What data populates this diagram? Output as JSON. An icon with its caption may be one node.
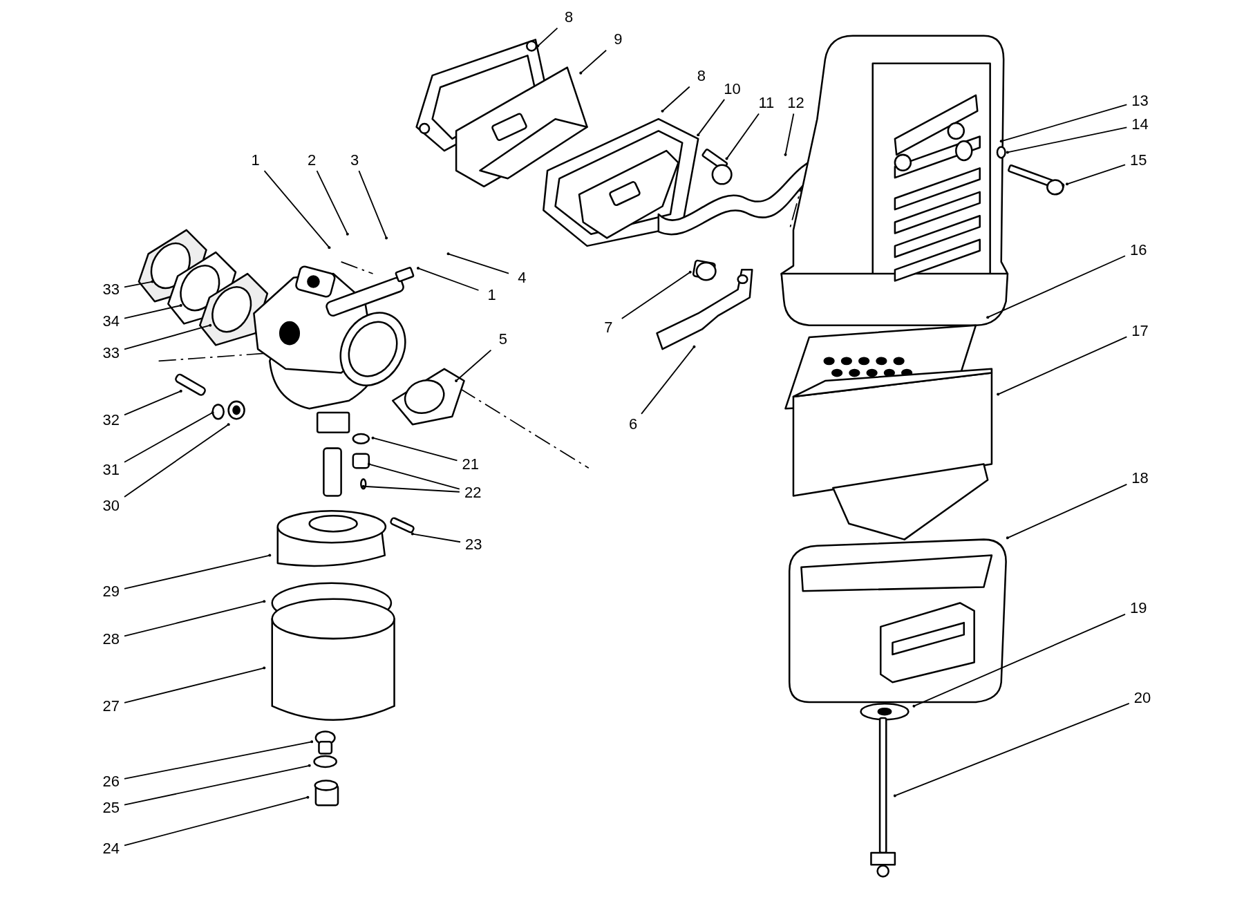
{
  "diagram": {
    "nodes": [
      {
        "text": [
          "8"
        ]
      },
      {
        "text": [
          "9"
        ]
      },
      {
        "text": [
          "8"
        ]
      },
      {
        "text": [
          "10"
        ]
      },
      {
        "text": [
          "11"
        ]
      },
      {
        "text": [
          "12"
        ]
      },
      {
        "text": [
          "13"
        ]
      },
      {
        "text": [
          "14"
        ]
      },
      {
        "text": [
          "15"
        ]
      },
      {
        "text": [
          "1"
        ]
      },
      {
        "text": [
          "2"
        ]
      },
      {
        "text": [
          "3"
        ]
      },
      {
        "text": [
          "4"
        ]
      },
      {
        "text": [
          "1"
        ]
      },
      {
        "text": [
          "33"
        ]
      },
      {
        "text": [
          "34"
        ]
      },
      {
        "text": [
          "16"
        ]
      },
      {
        "text": [
          "7"
        ]
      },
      {
        "text": [
          "33"
        ]
      },
      {
        "text": [
          "17"
        ]
      },
      {
        "text": [
          "5"
        ]
      },
      {
        "text": [
          "32"
        ]
      },
      {
        "text": [
          "6"
        ]
      },
      {
        "text": [
          "21"
        ]
      },
      {
        "text": [
          "31"
        ]
      },
      {
        "text": [
          "30"
        ]
      },
      {
        "text": [
          "22"
        ]
      },
      {
        "text": [
          "18"
        ]
      },
      {
        "text": [
          "23"
        ]
      },
      {
        "text": [
          "29"
        ]
      },
      {
        "text": [
          "19"
        ]
      },
      {
        "text": [
          "28"
        ]
      },
      {
        "text": [
          "27"
        ]
      },
      {
        "text": [
          "20"
        ]
      },
      {
        "text": [
          "26"
        ]
      },
      {
        "text": [
          "25"
        ]
      },
      {
        "text": [
          "24"
        ]
      }
    ],
    "edges": [
      {
        "from": 0,
        "to": null,
        "arrow": "other"
      },
      {
        "from": 1,
        "to": null,
        "arrow": "other"
      },
      {
        "from": 2,
        "to": null,
        "arrow": "other"
      },
      {
        "from": 3,
        "to": null,
        "arrow": "other"
      },
      {
        "from": 4,
        "to": null,
        "arrow": "other"
      },
      {
        "from": 5,
        "to": null,
        "arrow": "other"
      },
      {
        "from": 6,
        "to": null,
        "arrow": "other"
      },
      {
        "from": 7,
        "to": null,
        "arrow": "other"
      },
      {
        "from": 8,
        "to": null,
        "arrow": "other"
      },
      {
        "from": 9,
        "to": null,
        "arrow": "other"
      },
      {
        "from": 10,
        "to": null,
        "arrow": "other"
      },
      {
        "from": 11,
        "to": null,
        "arrow": "other"
      },
      {
        "from": 12,
        "to": null,
        "arrow": "other"
      },
      {
        "from": 13,
        "to": null,
        "arrow": "other"
      },
      {
        "from": 14,
        "to": null,
        "arrow": "other"
      },
      {
        "from": 15,
        "to": null,
        "arrow": "other"
      },
      {
        "from": 16,
        "to": null,
        "arrow": "other"
      },
      {
        "from": 17,
        "to": null,
        "arrow": "other"
      },
      {
        "from": 18,
        "to": null,
        "arrow": "other"
      },
      {
        "from": 19,
        "to": null,
        "arrow": "other"
      },
      {
        "from": 20,
        "to": null,
        "arrow": "other"
      },
      {
        "from": 21,
        "to": null,
        "arrow": "other"
      },
      {
        "from": 22,
        "to": null,
        "arrow": "other"
      },
      {
        "from": 23,
        "to": null,
        "arrow": "other"
      },
      {
        "from": 24,
        "to": null,
        "arrow": "other"
      },
      {
        "from": 25,
        "to": null,
        "arrow": "other"
      },
      {
        "from": 26,
        "to": null,
        "arrow": "other"
      },
      {
        "from": 26,
        "to": null,
        "arrow": "other"
      },
      {
        "from": 27,
        "to": null,
        "arrow": "other"
      },
      {
        "from": 28,
        "to": null,
        "arrow": "other"
      },
      {
        "from": 29,
        "to": null,
        "arrow": "other"
      },
      {
        "from": 30,
        "to": null,
        "arrow": "other"
      },
      {
        "from": 31,
        "to": null,
        "arrow": "other"
      },
      {
        "from": 32,
        "to": null,
        "arrow": "other"
      },
      {
        "from": 33,
        "to": null,
        "arrow": "other"
      },
      {
        "from": 34,
        "to": null,
        "arrow": "other"
      },
      {
        "from": 35,
        "to": null,
        "arrow": "other"
      },
      {
        "from": 36,
        "to": null,
        "arrow": "other"
      }
    ]
  }
}
